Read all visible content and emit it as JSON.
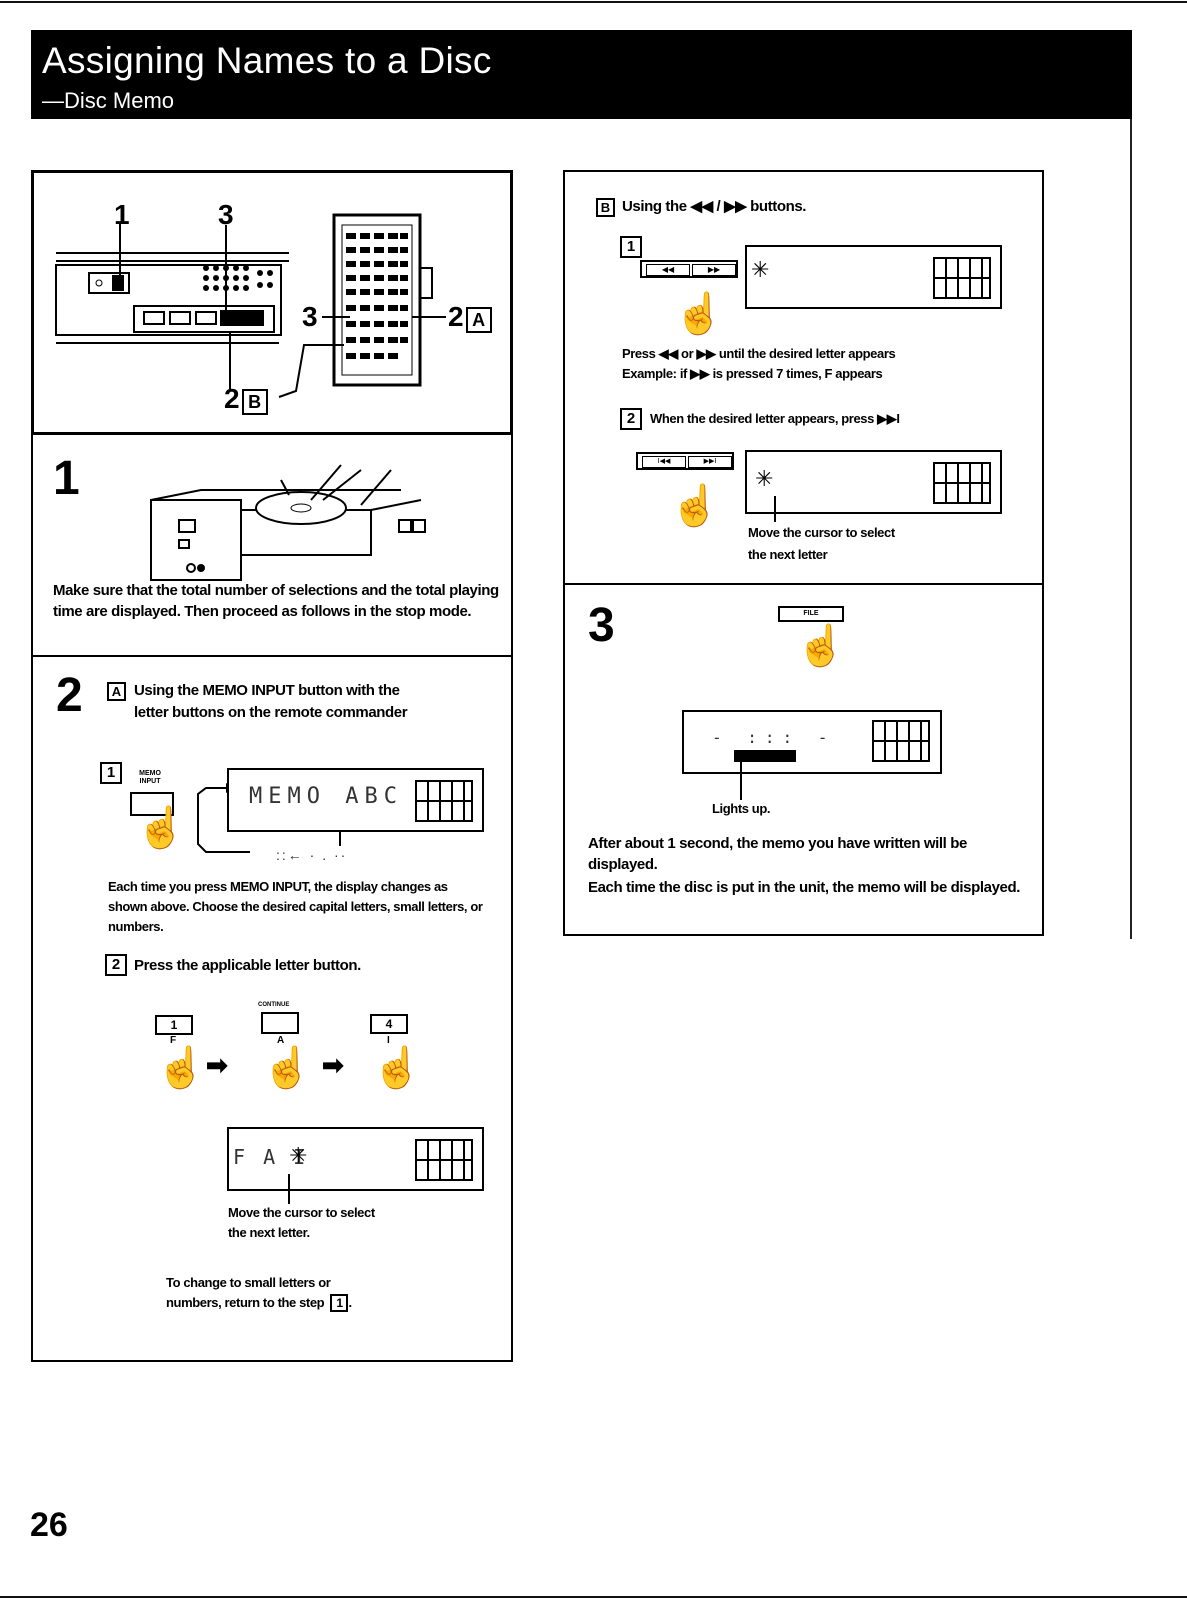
{
  "header": {
    "title": "Assigning Names to a Disc",
    "subtitle": "—Disc Memo"
  },
  "overview": {
    "callout_1": "1",
    "callout_3_top": "3",
    "callout_3_side": "3",
    "callout_2a": "2",
    "callout_2a_letter": "A",
    "callout_2b": "2",
    "callout_2b_letter": "B"
  },
  "step1": {
    "number": "1",
    "text": "Make sure that the total number of selections and the total playing time are displayed. Then proceed as follows in the stop mode."
  },
  "step2": {
    "number": "2",
    "letter": "A",
    "heading_line1": "Using the MEMO INPUT button with the",
    "heading_line2": "letter buttons on the remote commander",
    "sub1_num": "1",
    "memo_label": "MEMO INPUT",
    "display_text": "MEMO ABC",
    "display_cycle": "::← · . ··",
    "sub1_text": "Each time you press MEMO INPUT, the display changes as shown above. Choose the desired capital letters, small letters, or numbers.",
    "sub2_num": "2",
    "sub2_text": "Press the applicable letter button.",
    "buttons": [
      {
        "key": "1",
        "letter": "F"
      },
      {
        "key": "",
        "top": "CONTINUE",
        "letter": "A"
      },
      {
        "key": "4",
        "letter": "I"
      }
    ],
    "display2_text": "F A I",
    "cursor_note_line1": "Move the cursor to select",
    "cursor_note_line2": "the next letter.",
    "change_note_line1": "To change to small letters or",
    "change_note_line2": "numbers, return to the step",
    "change_note_step": "1"
  },
  "stepB": {
    "letter": "B",
    "heading": "Using the ◀◀ / ▶▶ buttons.",
    "sub1_num": "1",
    "sub1_line1": "Press ◀◀ or ▶▶ until the desired letter appears",
    "sub1_line2": "Example: if ▶▶ is pressed 7 times, F appears",
    "sub2_num": "2",
    "sub2_text": "When the desired letter appears, press ▶▶I",
    "cursor_note_line1": "Move the cursor to select",
    "cursor_note_line2": "the next letter"
  },
  "step3": {
    "number": "3",
    "file_label": "FILE",
    "lights_up": "Lights up.",
    "text_line1": "After about 1 second, the memo you have written will be displayed.",
    "text_line2": "Each time the disc is put in the unit, the memo will be displayed."
  },
  "page_number": "26"
}
